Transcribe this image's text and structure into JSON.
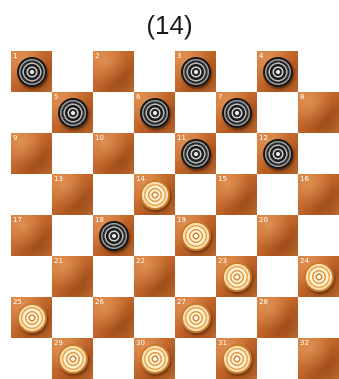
{
  "title": "(14)",
  "board": {
    "rows": 8,
    "cols": 8,
    "dark_square_numbers": [
      "1",
      "2",
      "3",
      "4",
      "5",
      "6",
      "7",
      "8",
      "9",
      "10",
      "11",
      "12",
      "13",
      "14",
      "15",
      "16",
      "17",
      "18",
      "19",
      "20",
      "21",
      "22",
      "23",
      "24",
      "25",
      "26",
      "27",
      "28",
      "29",
      "30",
      "31",
      "32"
    ],
    "black_pieces_on": [
      1,
      3,
      4,
      5,
      6,
      7,
      11,
      12,
      18
    ],
    "white_pieces_on": [
      14,
      19,
      23,
      24,
      25,
      27,
      29,
      30,
      31
    ],
    "colors": {
      "dark_square": "#c2662a",
      "light_square": "#ffffff",
      "black_piece": "#1e1e1e",
      "white_piece": "#f5d7a0"
    }
  }
}
